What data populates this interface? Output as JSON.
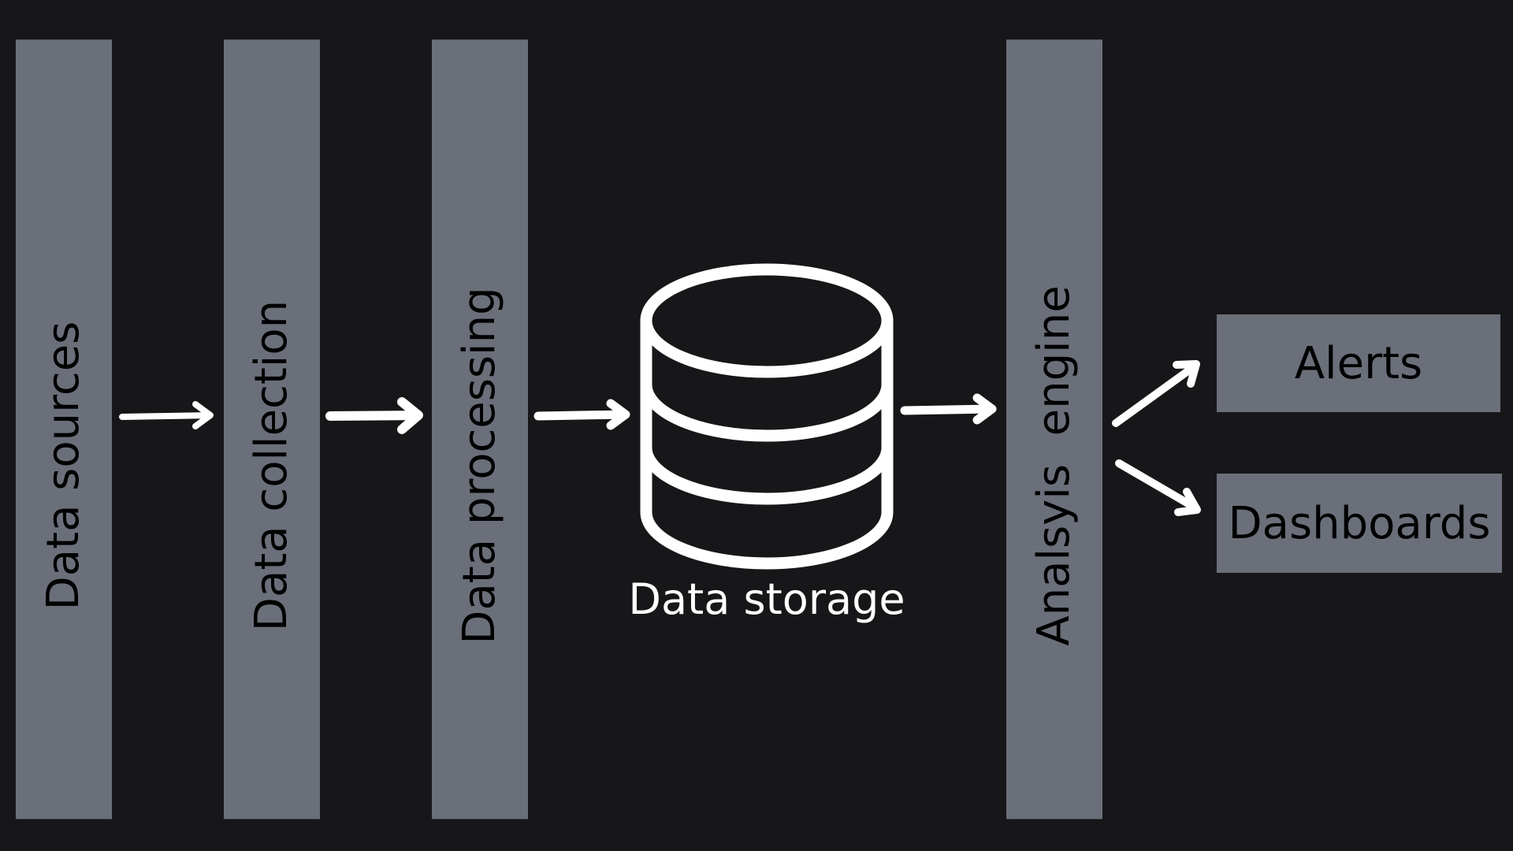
{
  "diagram": {
    "colors": {
      "background": "#17171a",
      "stage_fill": "#6b6f7a",
      "stage_text": "#000000",
      "arrow": "#ffffff",
      "storage_icon": "#ffffff"
    },
    "stages": [
      {
        "id": "data-sources",
        "label": "Data sources"
      },
      {
        "id": "data-collection",
        "label": "Data collection"
      },
      {
        "id": "data-processing",
        "label": "Data processing"
      },
      {
        "id": "analysis-engine",
        "label": "Analsyis  engine"
      }
    ],
    "storage": {
      "label": "Data storage",
      "icon": "database-icon"
    },
    "outputs": [
      {
        "id": "alerts",
        "label": "Alerts"
      },
      {
        "id": "dashboards",
        "label": "Dashboards"
      }
    ],
    "flow": [
      {
        "from": "Data sources",
        "to": "Data collection"
      },
      {
        "from": "Data collection",
        "to": "Data processing"
      },
      {
        "from": "Data processing",
        "to": "Data storage"
      },
      {
        "from": "Data storage",
        "to": "Analsyis  engine"
      },
      {
        "from": "Analsyis  engine",
        "to": "Alerts"
      },
      {
        "from": "Analsyis  engine",
        "to": "Dashboards"
      }
    ]
  }
}
